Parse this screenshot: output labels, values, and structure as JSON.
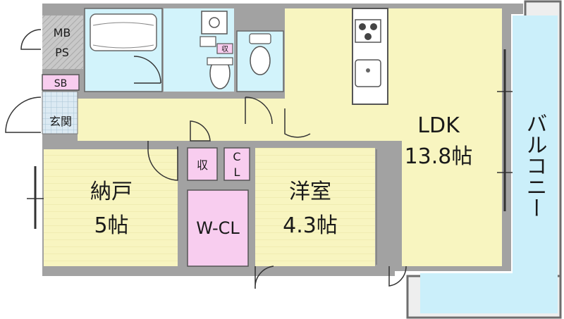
{
  "floor_plan": {
    "rooms": {
      "ldk": {
        "name": "LDK",
        "size": "13.8帖"
      },
      "western": {
        "name": "洋室",
        "size": "4.3帖"
      },
      "storage": {
        "name": "納戸",
        "size": "5帖"
      },
      "wcl": {
        "name": "W-CL"
      },
      "balcony": {
        "name": "バルコニー"
      },
      "entrance": {
        "name": "玄関"
      },
      "mb_ps": {
        "line1": "MB",
        "line2": "PS"
      },
      "sb": {
        "name": "SB"
      },
      "closet": {
        "line1": "C",
        "line2": "L"
      },
      "storage_small": {
        "name": "収"
      },
      "wash_storage": {
        "name": "収"
      }
    },
    "colors": {
      "yellow": "#f8f5c0",
      "blue": "#d2f3fb",
      "pink": "#f8cdef",
      "wall": "#9c9c9c",
      "tile": "#c6dbe8"
    }
  }
}
